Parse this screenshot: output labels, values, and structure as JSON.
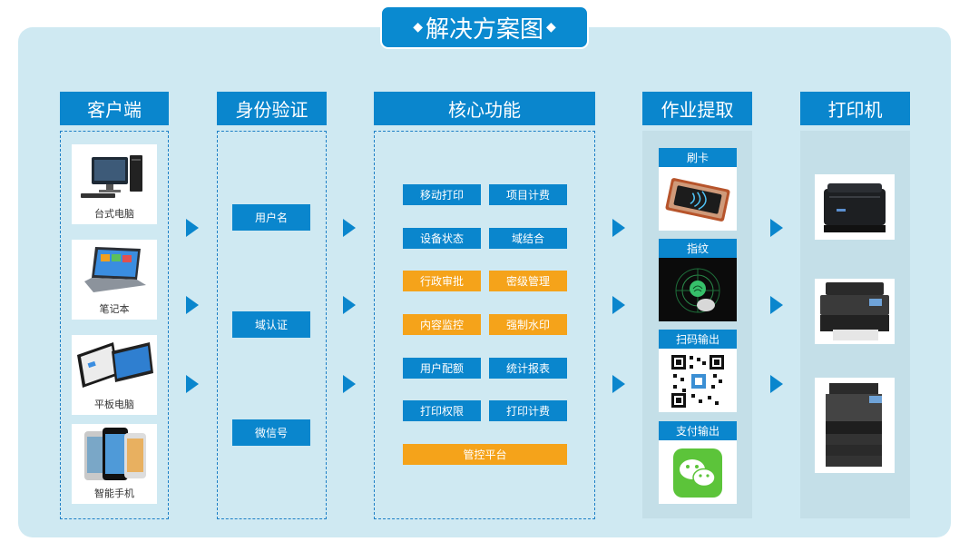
{
  "title": "解决方案图",
  "columns": {
    "client": "客户端",
    "identity": "身份验证",
    "core": "核心功能",
    "retrieval": "作业提取",
    "printer": "打印机"
  },
  "devices": [
    "台式电脑",
    "笔记本",
    "平板电脑",
    "智能手机"
  ],
  "identity_methods": [
    "用户名",
    "域认证",
    "微信号"
  ],
  "core_functions": {
    "row1": [
      "移动打印",
      "项目计费"
    ],
    "row2": [
      "设备状态",
      "域结合"
    ],
    "row3": [
      "行政审批",
      "密级管理"
    ],
    "row4": [
      "内容监控",
      "强制水印"
    ],
    "row5": [
      "用户配额",
      "统计报表"
    ],
    "row6": [
      "打印权限",
      "打印计费"
    ],
    "row7": "管控平台"
  },
  "retrieval_methods": [
    "刷卡",
    "指纹",
    "扫码输出",
    "支付输出"
  ],
  "colors": {
    "primary": "#0a86cd",
    "orange": "#f5a31a",
    "panel": "#cfe9f2"
  }
}
